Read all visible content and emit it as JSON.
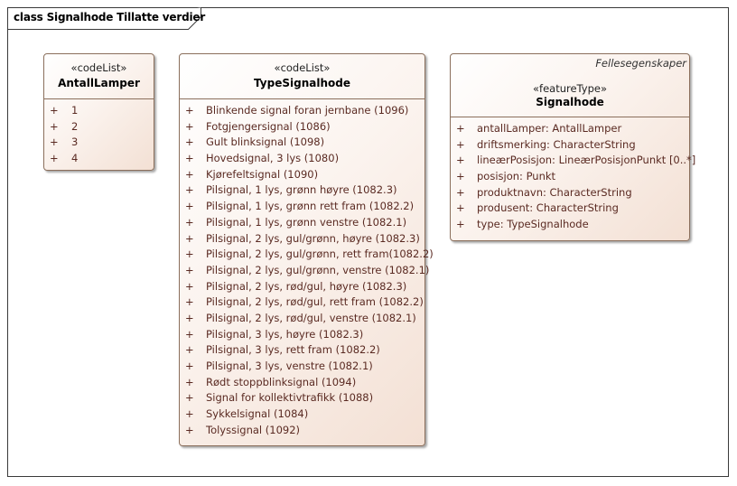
{
  "diagram": {
    "title": "class Signalhode Tillatte verdier"
  },
  "classes": {
    "antall_lamper": {
      "stereotype": "«codeList»",
      "name": "AntallLamper",
      "items": [
        {
          "vis": "+",
          "text": "1"
        },
        {
          "vis": "+",
          "text": "2"
        },
        {
          "vis": "+",
          "text": "3"
        },
        {
          "vis": "+",
          "text": "4"
        }
      ]
    },
    "type_signalhode": {
      "stereotype": "«codeList»",
      "name": "TypeSignalhode",
      "items": [
        {
          "vis": "+",
          "text": "Blinkende signal foran jernbane (1096)"
        },
        {
          "vis": "+",
          "text": "Fotgjengersignal (1086)"
        },
        {
          "vis": "+",
          "text": "Gult blinksignal (1098)"
        },
        {
          "vis": "+",
          "text": "Hovedsignal, 3 lys (1080)"
        },
        {
          "vis": "+",
          "text": "Kjørefeltsignal (1090)"
        },
        {
          "vis": "+",
          "text": "Pilsignal, 1 lys, grønn høyre (1082.3)"
        },
        {
          "vis": "+",
          "text": "Pilsignal, 1 lys, grønn rett fram (1082.2)"
        },
        {
          "vis": "+",
          "text": "Pilsignal, 1 lys, grønn venstre (1082.1)"
        },
        {
          "vis": "+",
          "text": "Pilsignal, 2 lys, gul/grønn, høyre (1082.3)"
        },
        {
          "vis": "+",
          "text": "Pilsignal, 2 lys, gul/grønn, rett fram(1082.2)"
        },
        {
          "vis": "+",
          "text": "Pilsignal, 2 lys, gul/grønn, venstre (1082.1)"
        },
        {
          "vis": "+",
          "text": "Pilsignal, 2 lys, rød/gul, høyre (1082.3)"
        },
        {
          "vis": "+",
          "text": "Pilsignal, 2 lys, rød/gul, rett fram (1082.2)"
        },
        {
          "vis": "+",
          "text": "Pilsignal, 2 lys, rød/gul, venstre (1082.1)"
        },
        {
          "vis": "+",
          "text": "Pilsignal, 3 lys, høyre (1082.3)"
        },
        {
          "vis": "+",
          "text": "Pilsignal, 3 lys, rett fram (1082.2)"
        },
        {
          "vis": "+",
          "text": "Pilsignal, 3 lys, venstre (1082.1)"
        },
        {
          "vis": "+",
          "text": "Rødt stoppblinksignal (1094)"
        },
        {
          "vis": "+",
          "text": "Signal for kollektivtrafikk (1088)"
        },
        {
          "vis": "+",
          "text": "Sykkelsignal (1084)"
        },
        {
          "vis": "+",
          "text": "Tolyssignal (1092)"
        }
      ]
    },
    "signalhode": {
      "tag": "Fellesegenskaper",
      "stereotype": "«featureType»",
      "name": "Signalhode",
      "items": [
        {
          "vis": "+",
          "text": "antallLamper: AntallLamper"
        },
        {
          "vis": "+",
          "text": "driftsmerking: CharacterString"
        },
        {
          "vis": "+",
          "text": "lineærPosisjon: LineærPosisjonPunkt [0..*]"
        },
        {
          "vis": "+",
          "text": "posisjon: Punkt"
        },
        {
          "vis": "+",
          "text": "produktnavn: CharacterString"
        },
        {
          "vis": "+",
          "text": "produsent: CharacterString"
        },
        {
          "vis": "+",
          "text": "type: TypeSignalhode"
        }
      ]
    }
  },
  "colors": {
    "border": "#8b6f5c",
    "attribute_text": "#5a2a22"
  }
}
